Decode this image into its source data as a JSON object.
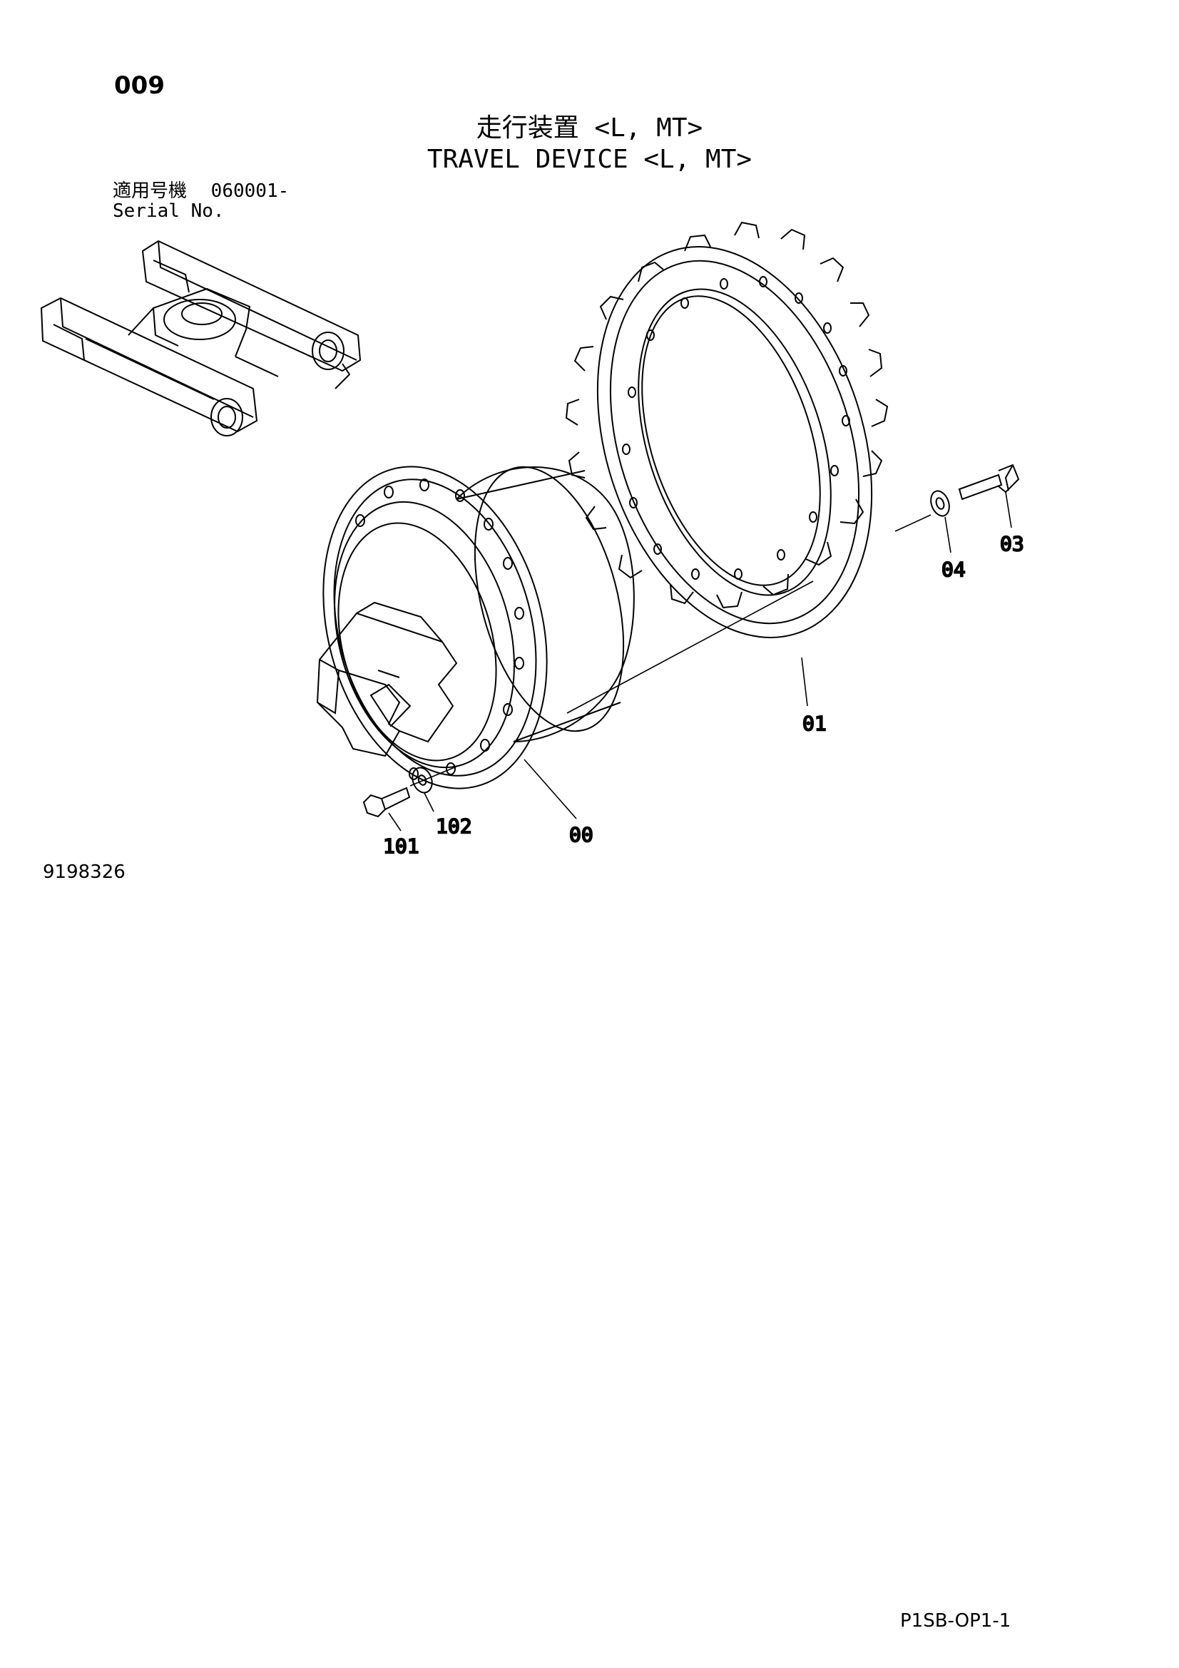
{
  "page_number": "009",
  "title_ja": "走行装置 <L, MT>",
  "title_en": "TRAVEL DEVICE <L, MT>",
  "serial": {
    "label_ja": "適用号機",
    "value": "060001-",
    "label_en": "Serial No."
  },
  "callouts": {
    "c00": "00",
    "c01": "01",
    "c03": "03",
    "c04": "04",
    "c101": "101",
    "c102": "102"
  },
  "drawing_number": "9198326",
  "page_ref": "P1SB-OP1-1"
}
